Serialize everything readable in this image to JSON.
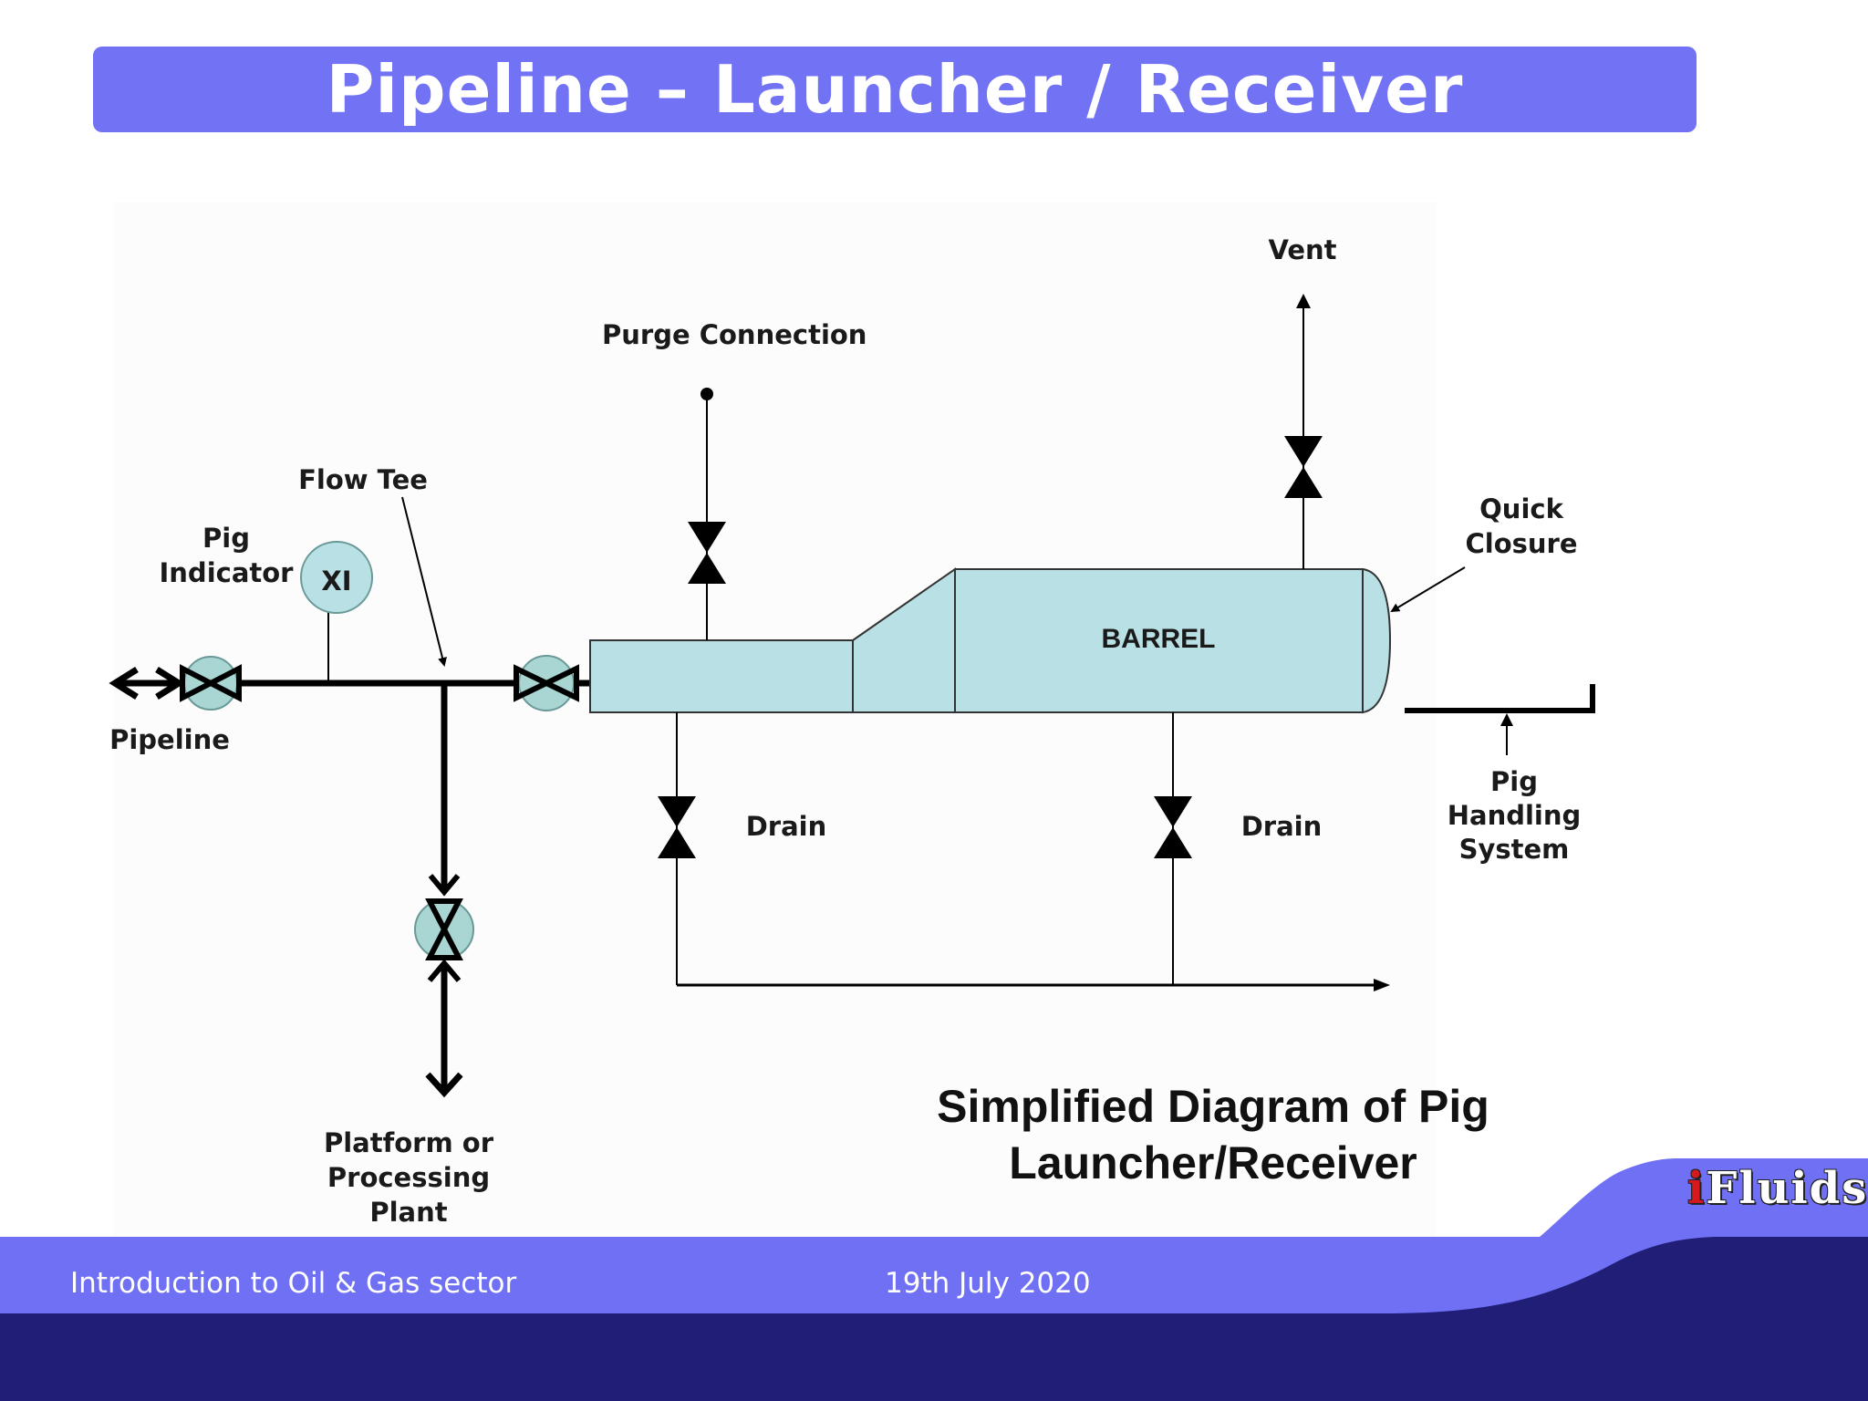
{
  "slide": {
    "title": "Pipeline – Launcher / Receiver"
  },
  "diagram": {
    "labels": {
      "vent": "Vent",
      "purge_connection": "Purge Connection",
      "flow_tee": "Flow Tee",
      "pig_indicator": "Pig\nIndicator",
      "xi": "XI",
      "pipeline": "Pipeline",
      "barrel": "BARREL",
      "quick_closure": "Quick\nClosure",
      "drain_left": "Drain",
      "drain_right": "Drain",
      "pig_handling_system": "Pig\nHandling\nSystem",
      "platform_or_processing_plant": "Platform or\nProcessing Plant"
    },
    "caption": "Simplified Diagram of Pig\nLauncher/Receiver",
    "colors": {
      "vessel_fill": "#b9e0e4",
      "valve_fill": "#a9d5d3",
      "line": "#000000"
    }
  },
  "footer": {
    "left_text": "Introduction to Oil & Gas sector",
    "date": "19th July 2020",
    "logo_mark": "i",
    "logo_text": "Fluids",
    "colors": {
      "band": "#7070f5",
      "dark": "#211e78"
    }
  }
}
